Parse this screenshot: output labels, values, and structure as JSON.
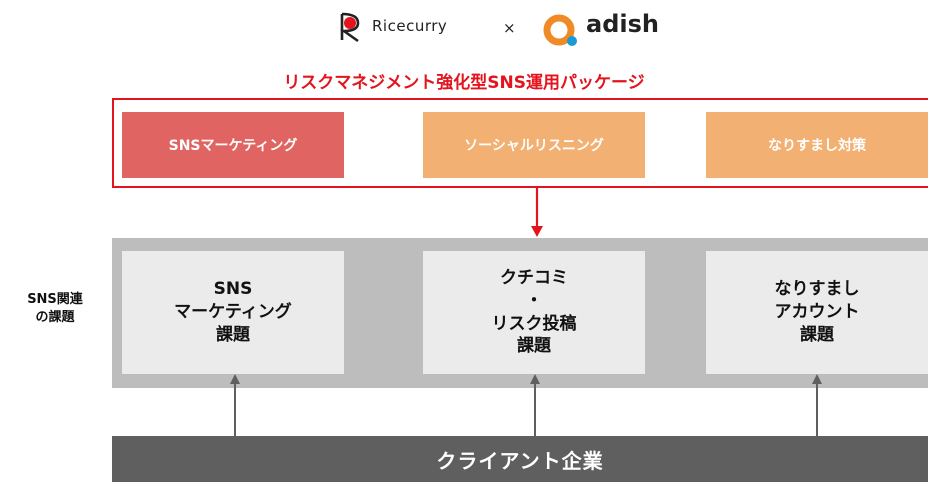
{
  "header": {
    "brand_left": "Ricecurry",
    "cross": "×",
    "brand_right": "adish"
  },
  "package": {
    "title": "リスクマネジメント強化型SNS運用パッケージ",
    "items": [
      "SNSマーケティング",
      "ソーシャルリスニング",
      "なりすまし対策"
    ]
  },
  "issues": {
    "side_label": "SNS関連\nの課題",
    "items": [
      "SNS\nマーケティング\n課題",
      "クチコミ\n・\nリスク投稿\n課題",
      "なりすまし\nアカウント\n課題"
    ]
  },
  "client": {
    "label": "クライアント企業"
  },
  "colors": {
    "accent_red": "#e3141d",
    "sns_box": "#e06562",
    "orange_box": "#f2b072",
    "band_grey": "#bdbdbd",
    "issue_box": "#ebebeb",
    "client_bar": "#5f5f5f"
  }
}
